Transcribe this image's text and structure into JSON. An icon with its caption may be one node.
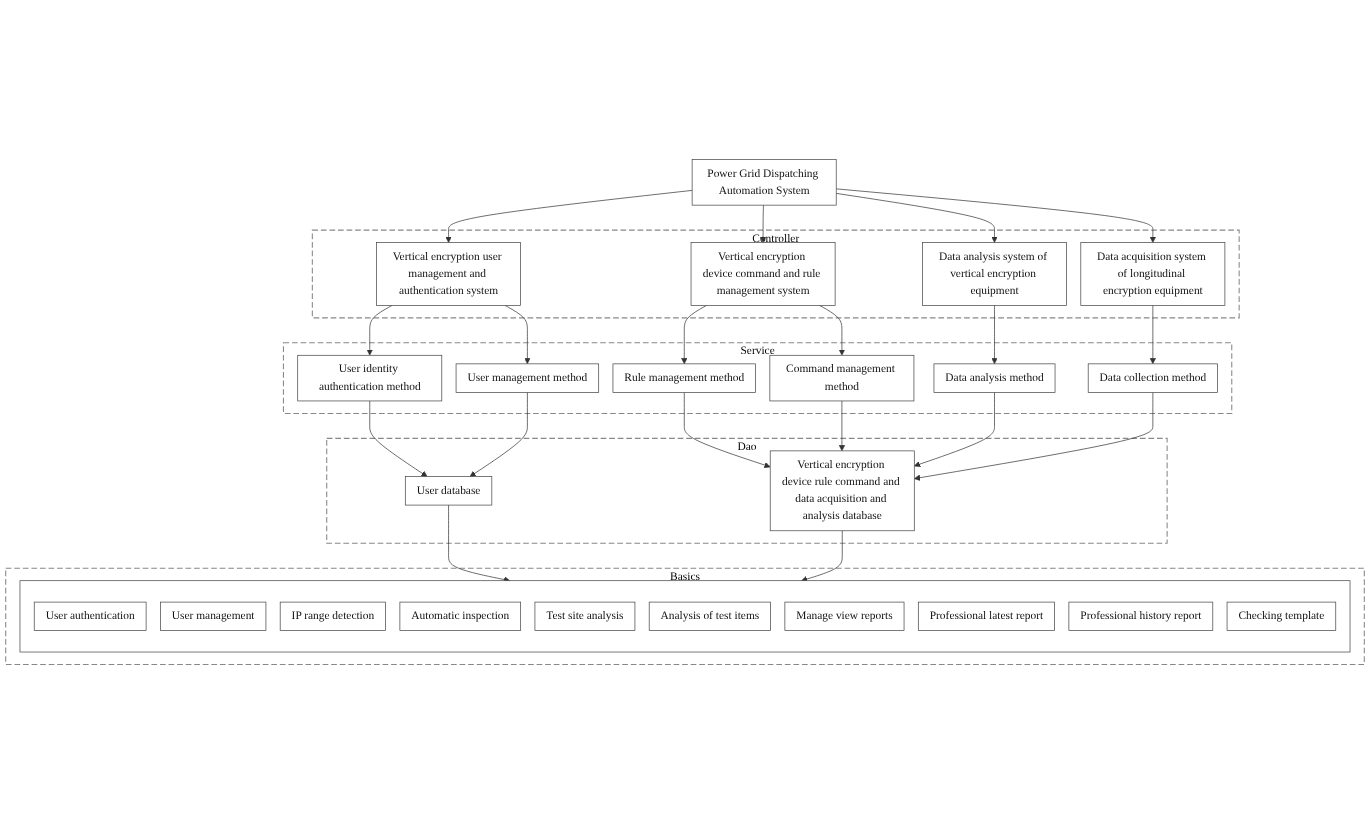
{
  "diagram": {
    "nodes": [
      {
        "text": [
          "Power Grid Dispatching Automation System"
        ]
      },
      {
        "text": [
          "Controller"
        ]
      },
      {
        "text": [
          "Vertical encryption user management and authentication system"
        ],
        "in": 1
      },
      {
        "text": [
          "Vertical encryption device command and rule management system"
        ],
        "in": 1
      },
      {
        "text": [
          "Data analysis system of vertical encryption equipment"
        ],
        "in": 1
      },
      {
        "text": [
          "Data acquisition system of longitudinal encryption equipment"
        ],
        "in": 1
      },
      {
        "text": [
          "Service"
        ]
      },
      {
        "text": [
          "User identity authentication method"
        ],
        "in": 6
      },
      {
        "text": [
          "User management method"
        ],
        "in": 6
      },
      {
        "text": [
          "Rule management method"
        ],
        "in": 6
      },
      {
        "text": [
          "Command management method"
        ],
        "in": 6
      },
      {
        "text": [
          "Data analysis method"
        ],
        "in": 6
      },
      {
        "text": [
          "Data collection method"
        ],
        "in": 6
      },
      {
        "text": [
          "Dao"
        ]
      },
      {
        "text": [
          "User database"
        ],
        "in": 13
      },
      {
        "text": [
          "Vertical encryption device rule command and data acquisition and analysis database"
        ],
        "in": 13
      },
      {
        "text": [
          "Basics"
        ]
      },
      {
        "text": [],
        "shape": "box",
        "in": 16
      },
      {
        "text": [
          "User authentication"
        ],
        "in": 17
      },
      {
        "text": [
          "User management"
        ],
        "in": 17
      },
      {
        "text": [
          "IP range detection"
        ],
        "in": 17
      },
      {
        "text": [
          "Automatic inspection"
        ],
        "in": 17
      },
      {
        "text": [
          "Test site analysis"
        ],
        "in": 17
      },
      {
        "text": [
          "Analysis of test items"
        ],
        "in": 17
      },
      {
        "text": [
          "Manage view reports"
        ],
        "in": 17
      },
      {
        "text": [
          "Professional latest report"
        ],
        "in": 17
      },
      {
        "text": [
          "Professional history report"
        ],
        "in": 17
      },
      {
        "text": [
          "Checking template"
        ],
        "in": 17
      }
    ],
    "edges": [
      {
        "from": 0,
        "to": 2,
        "arrow": "to"
      },
      {
        "from": 0,
        "to": 3,
        "arrow": "to"
      },
      {
        "from": 0,
        "to": 4,
        "arrow": "to"
      },
      {
        "from": 0,
        "to": 5,
        "arrow": "to"
      },
      {
        "from": 2,
        "to": 7,
        "arrow": "to"
      },
      {
        "from": 2,
        "to": 8,
        "arrow": "to"
      },
      {
        "from": 3,
        "to": 9,
        "arrow": "to"
      },
      {
        "from": 3,
        "to": 10,
        "arrow": "to"
      },
      {
        "from": 4,
        "to": 11,
        "arrow": "to"
      },
      {
        "from": 5,
        "to": 12,
        "arrow": "to"
      },
      {
        "from": 7,
        "to": 14,
        "arrow": "to"
      },
      {
        "from": 8,
        "to": 14,
        "arrow": "to"
      },
      {
        "from": 9,
        "to": 15,
        "arrow": "to"
      },
      {
        "from": 10,
        "to": 15,
        "arrow": "to"
      },
      {
        "from": 11,
        "to": 15,
        "arrow": "to"
      },
      {
        "from": 12,
        "to": 15,
        "arrow": "to"
      },
      {
        "from": 14,
        "to": 17,
        "arrow": "to"
      },
      {
        "from": 15,
        "to": 17,
        "arrow": "to"
      }
    ]
  }
}
